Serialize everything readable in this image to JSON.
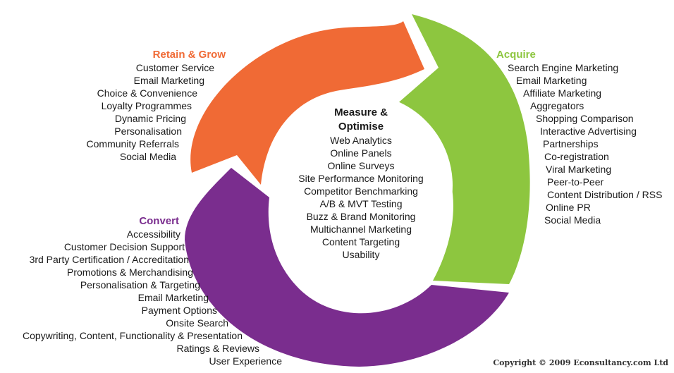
{
  "colors": {
    "retain": "#F06A35",
    "acquire": "#8DC63F",
    "convert": "#7A2D8E",
    "text": "#1a1a1a"
  },
  "center": {
    "title_line1": "Measure &",
    "title_line2": "Optimise",
    "items": [
      "Web Analytics",
      "Online Panels",
      "Online Surveys",
      "Site Performance Monitoring",
      "Competitor Benchmarking",
      "A/B & MVT Testing",
      "Buzz & Brand Monitoring",
      "Multichannel Marketing",
      "Content Targeting",
      "Usability"
    ]
  },
  "retain": {
    "title": "Retain & Grow",
    "items": [
      "Customer Service",
      "Email Marketing",
      "Choice & Convenience",
      "Loyalty Programmes",
      "Dynamic Pricing",
      "Personalisation",
      "Community Referrals",
      "Social Media"
    ]
  },
  "acquire": {
    "title": "Acquire",
    "items": [
      "Search Engine Marketing",
      "Email Marketing",
      "Affiliate Marketing",
      "Aggregators",
      "Shopping Comparison",
      "Interactive Advertising",
      "Partnerships",
      "Co-registration",
      "Viral Marketing",
      "Peer-to-Peer",
      "Content Distribution / RSS",
      "Online PR",
      "Social Media"
    ]
  },
  "convert": {
    "title": "Convert",
    "items": [
      "Accessibility",
      "Customer Decision Support",
      "3rd Party Certification / Accreditation",
      "Promotions & Merchandising",
      "Personalisation & Targeting",
      "Email Marketing",
      "Payment Options",
      "Onsite Search",
      "Copywriting, Content, Functionality & Presentation",
      "Ratings & Reviews",
      "User Experience"
    ]
  },
  "copyright": "Copyright © 2009 Econsultancy.com Ltd"
}
